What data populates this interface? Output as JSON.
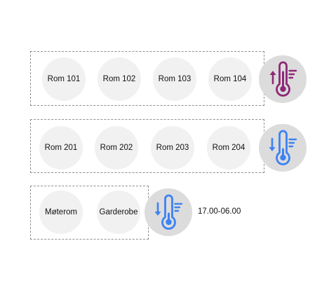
{
  "floors": [
    {
      "rooms": [
        "Rom 101",
        "Rom 102",
        "Rom 103",
        "Rom 104"
      ],
      "thermostat": {
        "icon": "thermometer-up-icon",
        "direction": "up",
        "color": "#8e2877"
      }
    },
    {
      "rooms": [
        "Rom 201",
        "Rom 202",
        "Rom 203",
        "Rom 204"
      ],
      "thermostat": {
        "icon": "thermometer-down-icon",
        "direction": "down",
        "color": "#3d82f3"
      }
    },
    {
      "rooms": [
        "Møterom",
        "Garderobe"
      ],
      "thermostat": {
        "icon": "thermometer-down-icon",
        "direction": "down",
        "color": "#3d82f3"
      },
      "schedule": "17.00-06.00"
    }
  ]
}
